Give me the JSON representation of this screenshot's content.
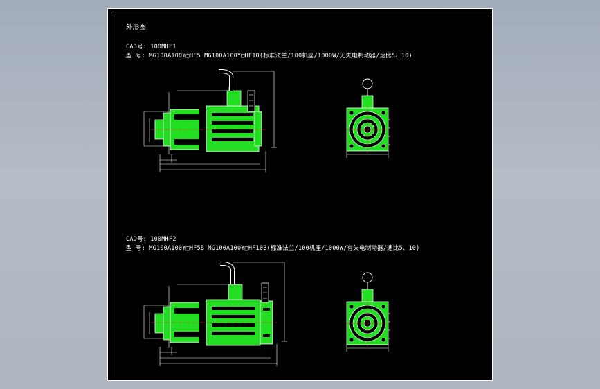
{
  "drawing": {
    "title": "外形图",
    "sections": [
      {
        "cad_line": "CAD号: 100MHF1",
        "model_line": "型 号: MG100A100Y□HF5  MG100A100Y□HF10(标准法兰/100机座/1000W/无失电制动器/速比5、10)"
      },
      {
        "cad_line": "CAD号: 100MHF2",
        "model_line": "型 号: MG100A100Y□HF5B MG100A100Y□HF10B(标准法兰/100机座/1000W/有失电制动器/速比5、10)"
      }
    ],
    "colors": {
      "background": "#000000",
      "outline": "#ffffff",
      "part_fill": "#22dd22",
      "center_line": "#ff2222",
      "surround": "#a8b1bd"
    }
  }
}
